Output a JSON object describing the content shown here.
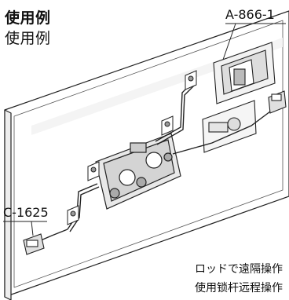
{
  "title": {
    "line1": "使用例",
    "line2": "使用例"
  },
  "labels": {
    "part_a": "A-866-1",
    "part_c": "C-1625"
  },
  "caption": {
    "line1": "ロッドで遠隔操作",
    "line2": "使用锁杆远程操作"
  }
}
